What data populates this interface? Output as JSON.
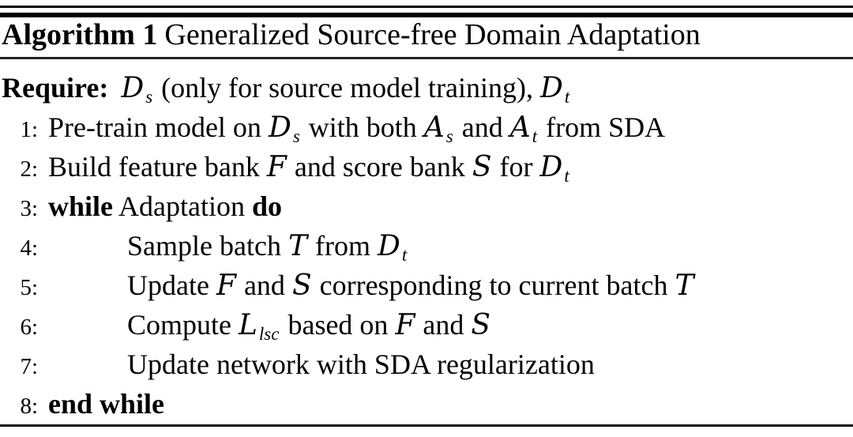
{
  "page": {
    "background_color": "#ffffff",
    "text_color": "#000000",
    "rule_color": "#000000"
  },
  "algorithm": {
    "title": {
      "label": "Algorithm 1",
      "caption": "Generalized Source-free Domain Adaptation"
    },
    "require": {
      "label": "Require:",
      "segments": [
        {
          "text": "D",
          "style": "cal"
        },
        {
          "text": "s",
          "style": "sub"
        },
        {
          "text": " (only for source model training), ",
          "style": "plain"
        },
        {
          "text": "D",
          "style": "cal"
        },
        {
          "text": "t",
          "style": "sub"
        }
      ]
    },
    "steps": [
      {
        "number": "1:",
        "indent": 0,
        "segments": [
          {
            "text": "Pre-train model on ",
            "style": "plain"
          },
          {
            "text": "D",
            "style": "cal"
          },
          {
            "text": "s",
            "style": "sub"
          },
          {
            "text": " with both ",
            "style": "plain"
          },
          {
            "text": "A",
            "style": "cal"
          },
          {
            "text": "s",
            "style": "sub"
          },
          {
            "text": " and ",
            "style": "plain"
          },
          {
            "text": "A",
            "style": "cal"
          },
          {
            "text": "t",
            "style": "sub"
          },
          {
            "text": " from SDA",
            "style": "plain"
          }
        ]
      },
      {
        "number": "2:",
        "indent": 0,
        "segments": [
          {
            "text": "Build feature bank ",
            "style": "plain"
          },
          {
            "text": "F",
            "style": "cal"
          },
          {
            "text": " and score bank ",
            "style": "plain"
          },
          {
            "text": "S",
            "style": "cal"
          },
          {
            "text": " for ",
            "style": "plain"
          },
          {
            "text": "D",
            "style": "cal"
          },
          {
            "text": "t",
            "style": "sub"
          }
        ]
      },
      {
        "number": "3:",
        "indent": 0,
        "segments": [
          {
            "text": "while",
            "style": "bold"
          },
          {
            "text": " Adaptation ",
            "style": "plain"
          },
          {
            "text": "do",
            "style": "bold"
          }
        ]
      },
      {
        "number": "4:",
        "indent": 1,
        "segments": [
          {
            "text": "Sample batch ",
            "style": "plain"
          },
          {
            "text": "T",
            "style": "cal"
          },
          {
            "text": " from ",
            "style": "plain"
          },
          {
            "text": "D",
            "style": "cal"
          },
          {
            "text": "t",
            "style": "sub"
          }
        ]
      },
      {
        "number": "5:",
        "indent": 1,
        "segments": [
          {
            "text": "Update ",
            "style": "plain"
          },
          {
            "text": "F",
            "style": "cal"
          },
          {
            "text": " and ",
            "style": "plain"
          },
          {
            "text": "S",
            "style": "cal"
          },
          {
            "text": " corresponding to current batch ",
            "style": "plain"
          },
          {
            "text": "T",
            "style": "cal"
          }
        ]
      },
      {
        "number": "6:",
        "indent": 1,
        "segments": [
          {
            "text": "Compute ",
            "style": "plain"
          },
          {
            "text": "L",
            "style": "cal"
          },
          {
            "text": "lsc",
            "style": "sub"
          },
          {
            "text": " based on ",
            "style": "plain"
          },
          {
            "text": "F",
            "style": "cal"
          },
          {
            "text": " and ",
            "style": "plain"
          },
          {
            "text": "S",
            "style": "cal"
          }
        ]
      },
      {
        "number": "7:",
        "indent": 1,
        "segments": [
          {
            "text": "Update network with SDA regularization",
            "style": "plain"
          }
        ]
      },
      {
        "number": "8:",
        "indent": 0,
        "segments": [
          {
            "text": "end while",
            "style": "bold"
          }
        ]
      }
    ]
  }
}
